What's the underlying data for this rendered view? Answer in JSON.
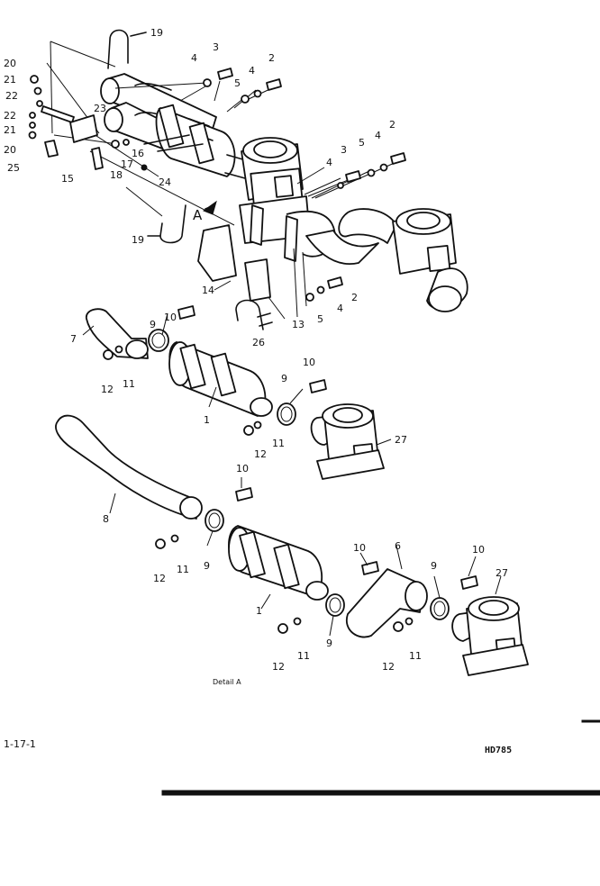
{
  "diagram": {
    "detail_view_letter": "A",
    "detail_caption": "Detail A",
    "drawing_code": "HD785",
    "page_reference": "1-17-1",
    "callouts": {
      "c1": "1",
      "c2": "2",
      "c3": "3",
      "c4": "4",
      "c5": "5",
      "c6": "6",
      "c7": "7",
      "c8": "8",
      "c9": "9",
      "c10": "10",
      "c11": "11",
      "c12": "12",
      "c13": "13",
      "c14": "14",
      "c15": "15",
      "c16": "16",
      "c17": "17",
      "c18": "18",
      "c19": "19",
      "c20": "20",
      "c21": "21",
      "c22": "22",
      "c23": "23",
      "c24": "24",
      "c25": "25",
      "c26": "26",
      "c27": "27"
    }
  }
}
